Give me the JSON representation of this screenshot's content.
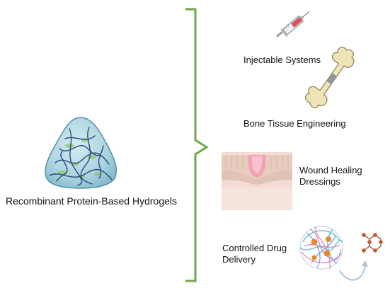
{
  "left": {
    "label": "Recombinant Protein-Based Hydrogels",
    "icon": "hydrogel-icon"
  },
  "bracket": {
    "color": "#6aaa4e",
    "icon": "curly-bracket"
  },
  "applications": [
    {
      "label": "Injectable Systems",
      "icon": "syringe-icon"
    },
    {
      "label": "Bone Tissue Engineering",
      "icon": "bone-icon"
    },
    {
      "label_line1": "Wound Healing",
      "label_line2": "Dressings",
      "icon": "skin-wound-icon"
    },
    {
      "label_line1": "Controlled Drug",
      "label_line2": "Delivery",
      "icon": "drug-delivery-icon"
    }
  ]
}
